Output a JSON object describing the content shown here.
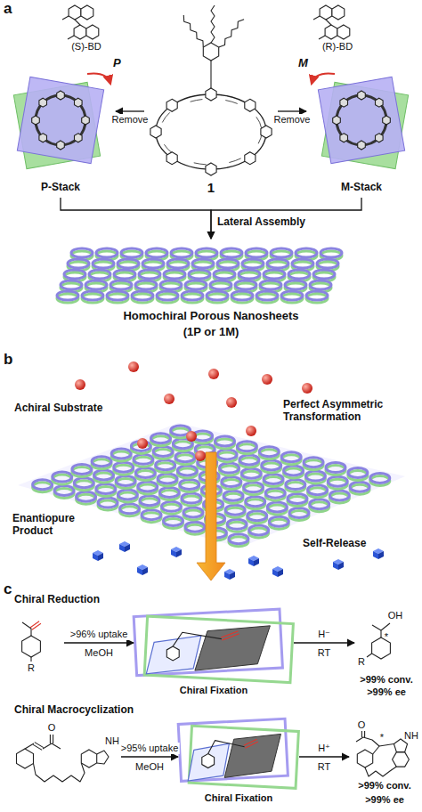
{
  "diagram": {
    "nodes": [
      {
        "text": [
          "1"
        ]
      },
      {
        "text": [
          "P-Stack"
        ]
      },
      {
        "text": [
          "M-Stack"
        ]
      },
      {
        "text": [
          "Homochiral Porous Nanosheets",
          "(1P or 1M)"
        ]
      },
      {
        "text": [
          "R"
        ]
      },
      {
        "text": [
          "Chiral Fixation"
        ]
      },
      {
        "text": [
          "OH",
          "*",
          "R",
          ">99% conv.",
          ">99% ee"
        ]
      },
      {
        "text": [
          "O",
          "NH"
        ]
      },
      {
        "text": [
          "Chiral Fixation"
        ]
      },
      {
        "text": [
          "O",
          "*",
          "NH",
          ">99% conv.",
          ">99% ee"
        ]
      }
    ],
    "edges": [
      {
        "from": 0,
        "to": 1,
        "label": "Remove",
        "arrow": "to"
      },
      {
        "from": 0,
        "to": 2,
        "label": "Remove",
        "arrow": "to"
      },
      {
        "from": 1,
        "to": 3,
        "arrow": "to"
      },
      {
        "from": 2,
        "to": 3,
        "arrow": "to"
      },
      {
        "from": 4,
        "to": 5,
        "label": ">96% uptake",
        "arrow": "to"
      },
      {
        "from": 5,
        "to": 6,
        "label": "H⁻",
        "arrow": "to"
      },
      {
        "from": 7,
        "to": 8,
        "label": ">95% uptake",
        "arrow": "to"
      },
      {
        "from": 8,
        "to": 9,
        "label": "H⁺",
        "arrow": "to"
      }
    ],
    "labels": [
      "a",
      "(S)-BD",
      "P",
      "(R)-BD",
      "M",
      "Lateral Assembly",
      "b",
      "Achiral Substrate",
      "Perfect Asymmetric Transformation",
      "Enantiopure Product",
      "Self-Release",
      "c",
      "Chiral Reduction",
      "MeOH",
      "RT",
      "Chiral Macrocyclization",
      "MeOH",
      "RT"
    ]
  }
}
